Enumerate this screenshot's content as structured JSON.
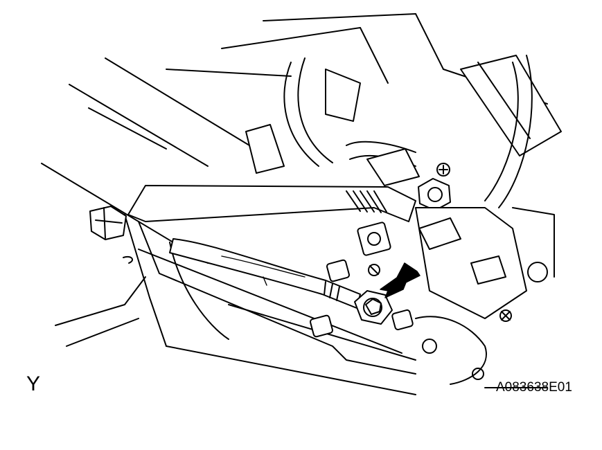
{
  "figure": {
    "view_letter": "Y",
    "code": "A083638E01"
  },
  "colors": {
    "line": "#000000",
    "background": "#ffffff"
  },
  "callout": {
    "icon": "arrow-icon",
    "target": "nut"
  }
}
